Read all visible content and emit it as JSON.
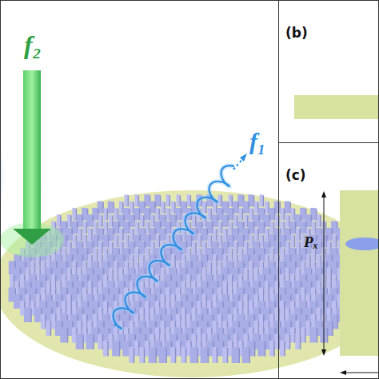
{
  "diagram": {
    "nodes": [
      {
        "text": [
          "(b)"
        ]
      },
      {
        "text": [
          "(c)"
        ]
      }
    ],
    "labels": [
      "f₂",
      "f₁",
      "Pₓ"
    ]
  }
}
